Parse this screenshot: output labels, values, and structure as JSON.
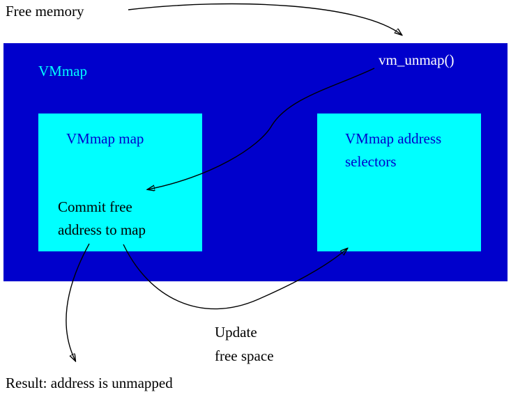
{
  "colors": {
    "container_blue": "#0000cc",
    "box_cyan": "#00ffff",
    "inner_title_blue": "#0000cc",
    "vm_unmap_text": "#ffffff",
    "plain_text": "#000000",
    "arrow": "#000000"
  },
  "labels": {
    "free_memory": "Free memory",
    "vm_unmap": "vm_unmap()",
    "update_line1": "Update",
    "update_line2": "free space",
    "result": "Result: address is unmapped"
  },
  "vmmap": {
    "title": "VMmap",
    "map_box": {
      "title": "VMmap map",
      "note_line1": "Commit free",
      "note_line2": "address to map"
    },
    "selectors_box": {
      "title_line1": "VMmap address",
      "title_line2": "selectors"
    }
  },
  "arrows": [
    "free-memory-to-vmmap",
    "vm-unmap-to-map-box",
    "map-box-to-selectors-box",
    "map-box-to-result"
  ]
}
